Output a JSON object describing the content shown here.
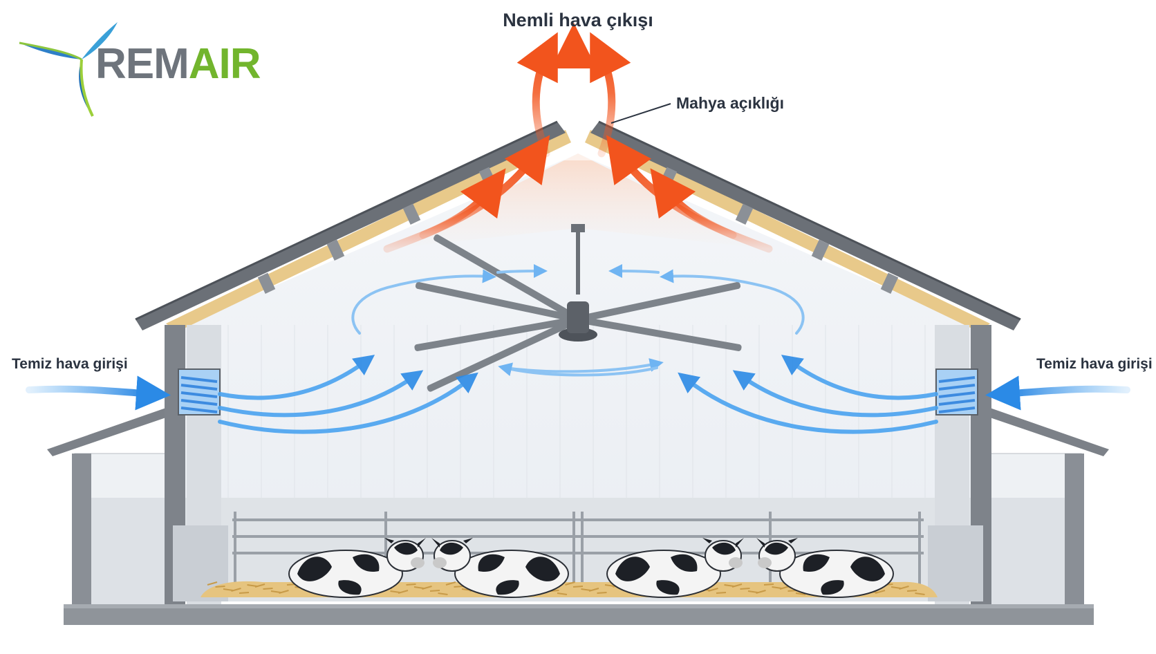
{
  "logo": {
    "part1": "REM",
    "part2": "AIR"
  },
  "labels": {
    "exhaust": "Nemli hava çıkışı",
    "ridge_opening": "Mahya açıklığı",
    "inlet_left": "Temiz hava girişi",
    "inlet_right": "Temiz hava girişi"
  },
  "colors": {
    "fresh_air": "#3d9ef0",
    "humid_air": "#f2541d",
    "roof_steel": "#6b7077",
    "insulation": "#e8c98a",
    "straw": "#d9b26a",
    "logo_grey": "#6e747c",
    "logo_green": "#72b52d"
  },
  "elements": {
    "animals": 4,
    "fan_blades": 6
  }
}
